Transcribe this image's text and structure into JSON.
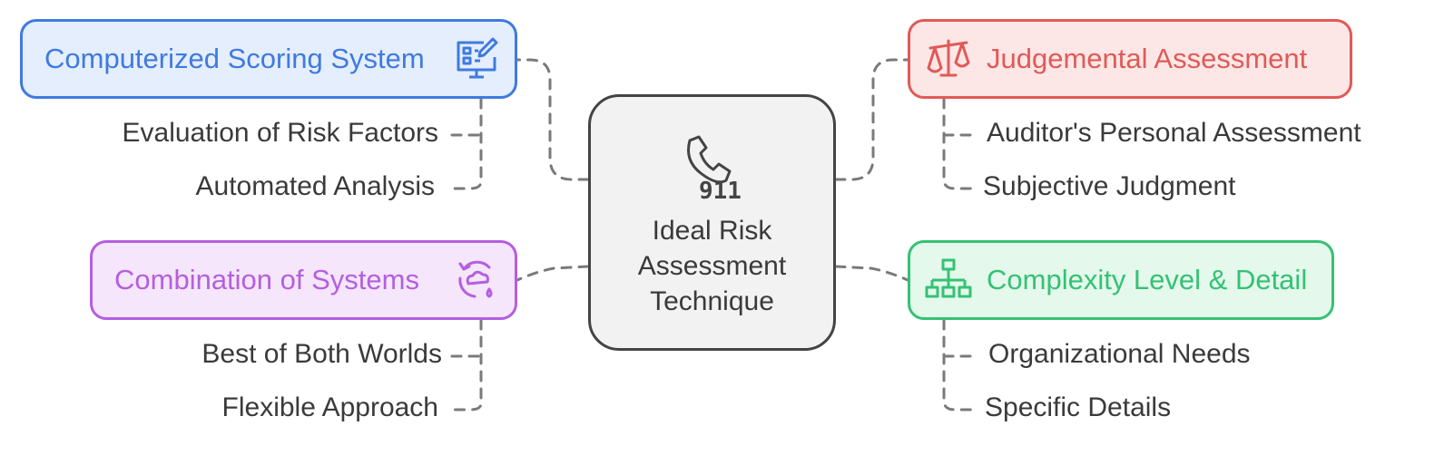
{
  "center": {
    "icon": "phone-911-icon",
    "icon_text": "911",
    "title": "Ideal Risk Assessment Technique"
  },
  "branches": {
    "computerized": {
      "label": "Computerized Scoring System",
      "icon": "dashboard-edit-icon",
      "color": "#3f7ae0",
      "fill": "#e4eefc",
      "items": [
        "Evaluation of Risk Factors",
        "Automated Analysis"
      ]
    },
    "combination": {
      "label": "Combination of Systems",
      "icon": "cycle-cloud-icon",
      "color": "#b45fe0",
      "fill": "#f5e6fb",
      "items": [
        "Best of Both Worlds",
        "Flexible Approach"
      ]
    },
    "judgemental": {
      "label": "Judgemental Assessment",
      "icon": "scales-icon",
      "color": "#e05a57",
      "fill": "#fde7e6",
      "items": [
        "Auditor's Personal Assessment",
        "Subjective Judgment"
      ]
    },
    "complexity": {
      "label": "Complexity Level & Detail",
      "icon": "hierarchy-icon",
      "color": "#34c274",
      "fill": "#e4f8ec",
      "items": [
        "Organizational Needs",
        "Specific Details"
      ]
    }
  },
  "connector_color": "#7a7a7a"
}
